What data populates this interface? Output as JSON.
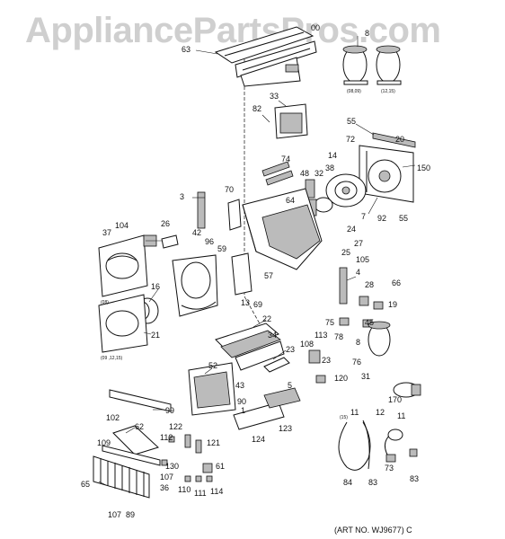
{
  "watermark": "AppliancePartsPros.com",
  "art_number": "(ART NO. WJ9677) C",
  "part_labels": [
    {
      "id": "00",
      "text": "00"
    },
    {
      "id": "8a",
      "text": "8"
    },
    {
      "id": "63",
      "text": "63"
    },
    {
      "id": "33",
      "text": "33"
    },
    {
      "id": "82",
      "text": "82"
    },
    {
      "id": "55a",
      "text": "55"
    },
    {
      "id": "72",
      "text": "72"
    },
    {
      "id": "20",
      "text": "20"
    },
    {
      "id": "14",
      "text": "14"
    },
    {
      "id": "150",
      "text": "150"
    },
    {
      "id": "74",
      "text": "74"
    },
    {
      "id": "48",
      "text": "48"
    },
    {
      "id": "32",
      "text": "32"
    },
    {
      "id": "38",
      "text": "38"
    },
    {
      "id": "3",
      "text": "3"
    },
    {
      "id": "70",
      "text": "70"
    },
    {
      "id": "64",
      "text": "64"
    },
    {
      "id": "7",
      "text": "7"
    },
    {
      "id": "92",
      "text": "92"
    },
    {
      "id": "55b",
      "text": "55"
    },
    {
      "id": "104",
      "text": "104"
    },
    {
      "id": "26",
      "text": "26"
    },
    {
      "id": "42",
      "text": "42"
    },
    {
      "id": "24",
      "text": "24"
    },
    {
      "id": "37",
      "text": "37"
    },
    {
      "id": "96",
      "text": "96"
    },
    {
      "id": "59",
      "text": "59"
    },
    {
      "id": "27",
      "text": "27"
    },
    {
      "id": "25",
      "text": "25"
    },
    {
      "id": "105",
      "text": "105"
    },
    {
      "id": "4",
      "text": "4"
    },
    {
      "id": "57",
      "text": "57"
    },
    {
      "id": "28",
      "text": "28"
    },
    {
      "id": "66",
      "text": "66"
    },
    {
      "id": "16",
      "text": "16"
    },
    {
      "id": "69",
      "text": "69"
    },
    {
      "id": "13",
      "text": "13"
    },
    {
      "id": "19",
      "text": "19"
    },
    {
      "id": "21",
      "text": "21"
    },
    {
      "id": "22",
      "text": "22"
    },
    {
      "id": "75",
      "text": "75"
    },
    {
      "id": "45",
      "text": "45"
    },
    {
      "id": "113",
      "text": "113"
    },
    {
      "id": "78",
      "text": "78"
    },
    {
      "id": "34",
      "text": "34"
    },
    {
      "id": "8b",
      "text": "8"
    },
    {
      "id": "23a",
      "text": "23"
    },
    {
      "id": "108",
      "text": "108"
    },
    {
      "id": "23b",
      "text": "23"
    },
    {
      "id": "76",
      "text": "76"
    },
    {
      "id": "52",
      "text": "52"
    },
    {
      "id": "31",
      "text": "31"
    },
    {
      "id": "120",
      "text": "120"
    },
    {
      "id": "43",
      "text": "43"
    },
    {
      "id": "5",
      "text": "5"
    },
    {
      "id": "90",
      "text": "90"
    },
    {
      "id": "1",
      "text": "1"
    },
    {
      "id": "170",
      "text": "170"
    },
    {
      "id": "99",
      "text": "99"
    },
    {
      "id": "102",
      "text": "102"
    },
    {
      "id": "11a",
      "text": "11"
    },
    {
      "id": "12",
      "text": "12"
    },
    {
      "id": "11b",
      "text": "11"
    },
    {
      "id": "124",
      "text": "124"
    },
    {
      "id": "123",
      "text": "123"
    },
    {
      "id": "62",
      "text": "62"
    },
    {
      "id": "122",
      "text": "122"
    },
    {
      "id": "112",
      "text": "112"
    },
    {
      "id": "109",
      "text": "109"
    },
    {
      "id": "121",
      "text": "121"
    },
    {
      "id": "130",
      "text": "130"
    },
    {
      "id": "61",
      "text": "61"
    },
    {
      "id": "107a",
      "text": "107"
    },
    {
      "id": "73",
      "text": "73"
    },
    {
      "id": "84",
      "text": "84"
    },
    {
      "id": "83a",
      "text": "83"
    },
    {
      "id": "83b",
      "text": "83"
    },
    {
      "id": "65",
      "text": "65"
    },
    {
      "id": "36",
      "text": "36"
    },
    {
      "id": "110",
      "text": "110"
    },
    {
      "id": "111",
      "text": "111"
    },
    {
      "id": "114",
      "text": "114"
    },
    {
      "id": "107b",
      "text": "107"
    },
    {
      "id": "89",
      "text": "89"
    }
  ],
  "variant_notes": [
    {
      "id": "n1",
      "text": "(08,09)"
    },
    {
      "id": "n2",
      "text": "(12,15)"
    },
    {
      "id": "n3",
      "text": "(08)"
    },
    {
      "id": "n4",
      "text": "(09 ,12,15)"
    },
    {
      "id": "n5",
      "text": "(15)"
    }
  ]
}
